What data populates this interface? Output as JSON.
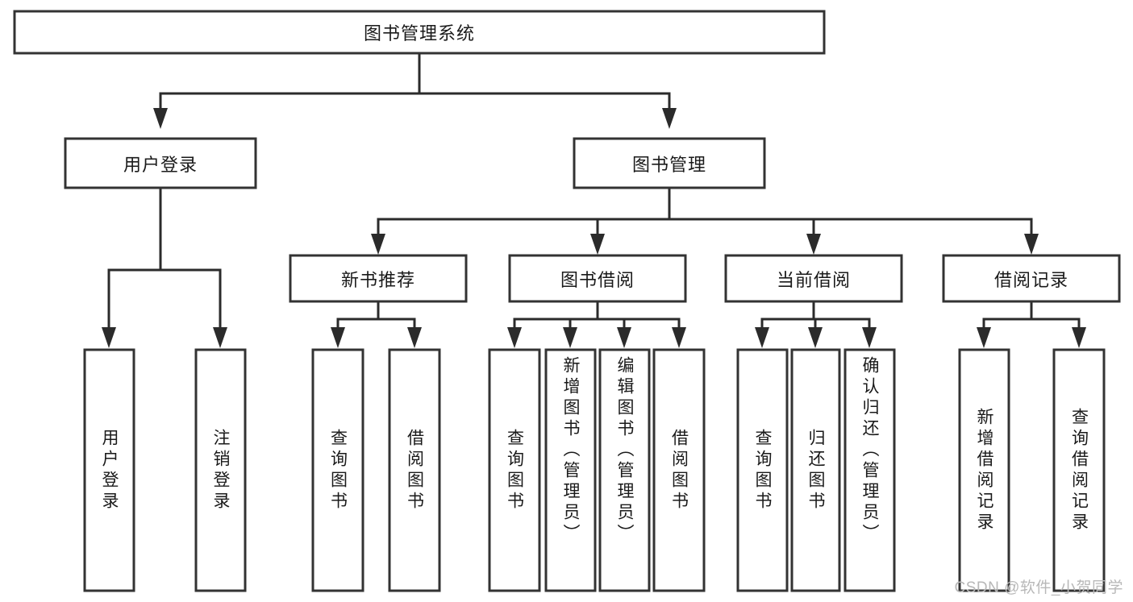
{
  "diagram": {
    "title": "图书管理系统",
    "type": "hierarchy-tree",
    "watermark": "CSDN @软件_小贺同学",
    "colors": {
      "box_stroke": "#333333",
      "box_fill": "#ffffff",
      "connector": "#2b2b2b",
      "text": "#1a1a1a",
      "watermark": "#b8b8b8",
      "background": "#ffffff"
    },
    "levels": {
      "root": {
        "label": "图书管理系统",
        "orientation": "horizontal"
      },
      "level1": [
        {
          "id": "user-login",
          "label": "用户登录",
          "orientation": "horizontal"
        },
        {
          "id": "book-management",
          "label": "图书管理",
          "orientation": "horizontal"
        }
      ],
      "level2": [
        {
          "id": "new-book-recommend",
          "label": "新书推荐",
          "orientation": "horizontal",
          "parent": "book-management"
        },
        {
          "id": "book-borrow",
          "label": "图书借阅",
          "orientation": "horizontal",
          "parent": "book-management"
        },
        {
          "id": "current-borrow",
          "label": "当前借阅",
          "orientation": "horizontal",
          "parent": "book-management"
        },
        {
          "id": "borrow-record",
          "label": "借阅记录",
          "orientation": "horizontal",
          "parent": "book-management"
        }
      ],
      "leaves": [
        {
          "id": "leaf-user-login",
          "label": "用户登录",
          "orientation": "vertical",
          "parent": "user-login"
        },
        {
          "id": "leaf-logout-login",
          "label": "注销登录",
          "orientation": "vertical",
          "parent": "user-login"
        },
        {
          "id": "leaf-query-book-1",
          "label": "查询图书",
          "orientation": "vertical",
          "parent": "new-book-recommend"
        },
        {
          "id": "leaf-borrow-book-1",
          "label": "借阅图书",
          "orientation": "vertical",
          "parent": "new-book-recommend"
        },
        {
          "id": "leaf-query-book-2",
          "label": "查询图书",
          "orientation": "vertical",
          "parent": "book-borrow"
        },
        {
          "id": "leaf-add-book",
          "label": "新增图书（管理员）",
          "orientation": "vertical",
          "parent": "book-borrow"
        },
        {
          "id": "leaf-edit-book",
          "label": "编辑图书（管理员）",
          "orientation": "vertical",
          "parent": "book-borrow"
        },
        {
          "id": "leaf-borrow-book-2",
          "label": "借阅图书",
          "orientation": "vertical",
          "parent": "book-borrow"
        },
        {
          "id": "leaf-query-book-3",
          "label": "查询图书",
          "orientation": "vertical",
          "parent": "current-borrow"
        },
        {
          "id": "leaf-return-book",
          "label": "归还图书",
          "orientation": "vertical",
          "parent": "current-borrow"
        },
        {
          "id": "leaf-confirm-return",
          "label": "确认归还（管理员）",
          "orientation": "vertical",
          "parent": "current-borrow"
        },
        {
          "id": "leaf-add-record",
          "label": "新增借阅记录",
          "orientation": "vertical",
          "parent": "borrow-record"
        },
        {
          "id": "leaf-query-record",
          "label": "查询借阅记录",
          "orientation": "vertical",
          "parent": "borrow-record"
        }
      ]
    }
  }
}
